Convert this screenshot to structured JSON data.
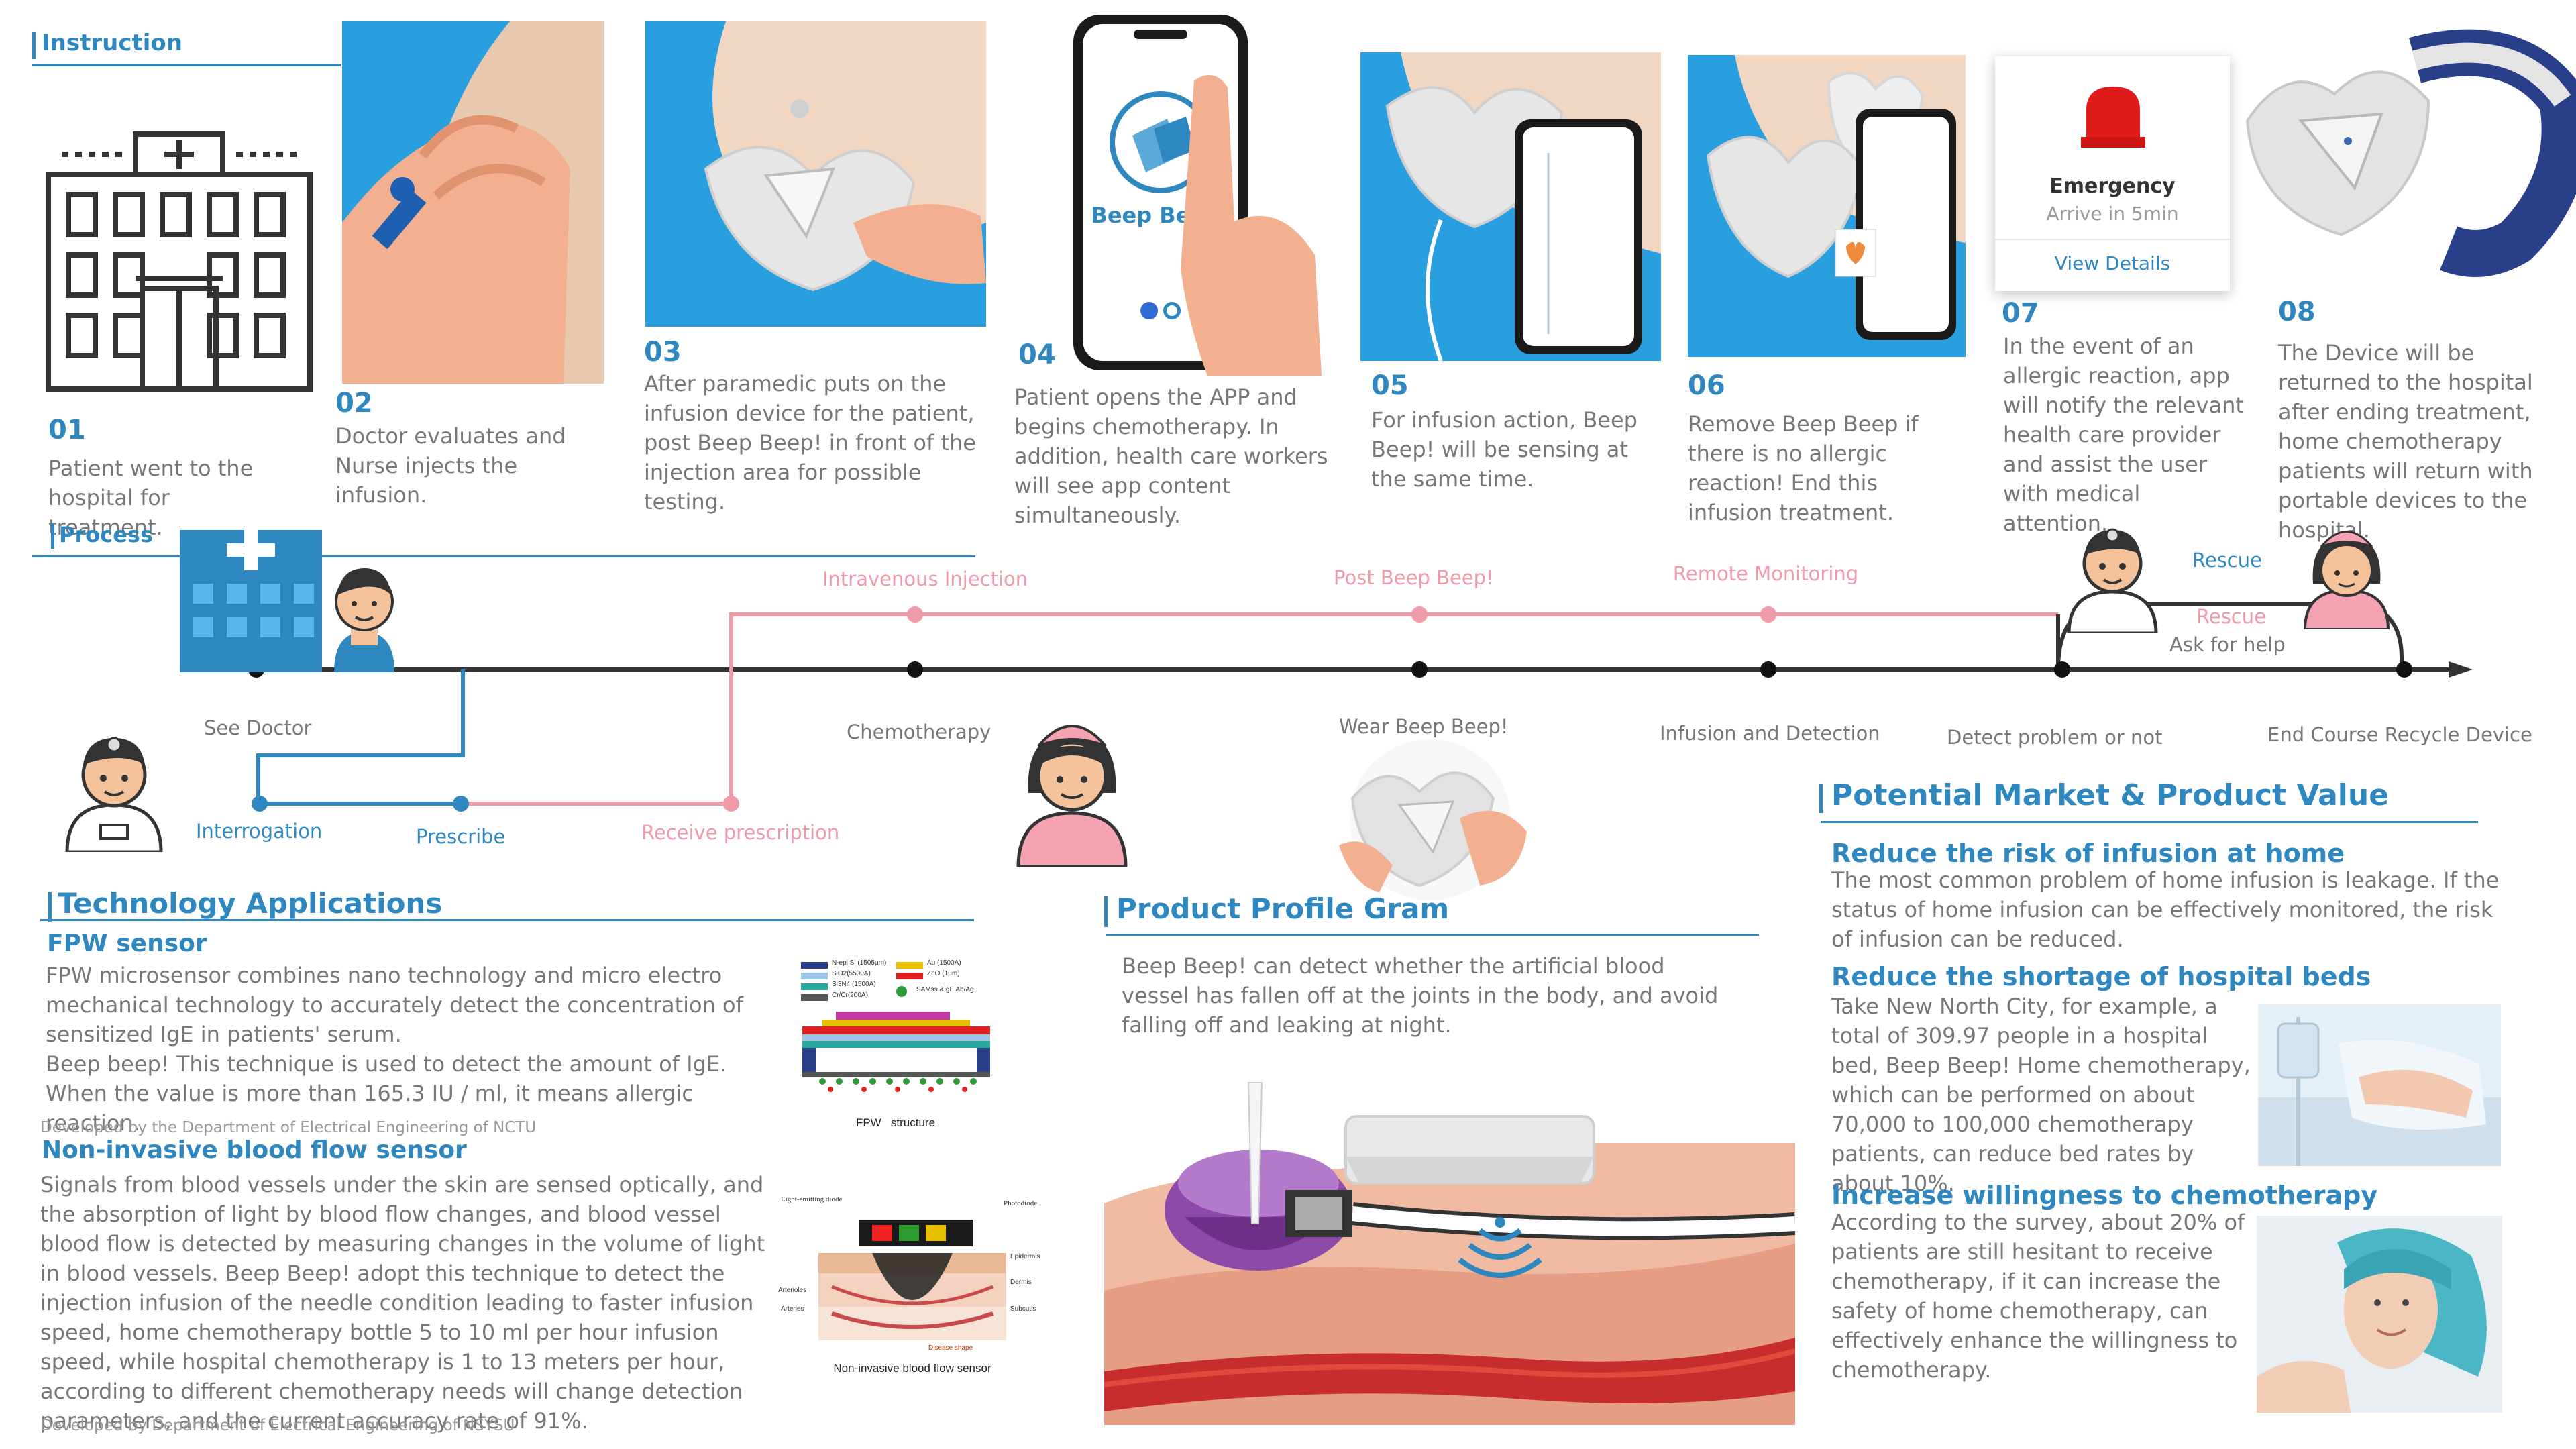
{
  "instruction": {
    "title": "Instruction",
    "steps": [
      {
        "num": "01",
        "text": "Patient went to the hospital for treatment."
      },
      {
        "num": "02",
        "text": "Doctor evaluates and Nurse injects the infusion."
      },
      {
        "num": "03",
        "text": "After paramedic puts on the infusion device for the patient, post Beep Beep! in front of the injection area for possible testing."
      },
      {
        "num": "04",
        "text": "Patient opens the APP and begins chemotherapy. In addition, health care workers will see app content simultaneously."
      },
      {
        "num": "05",
        "text": "For infusion action, Beep Beep! will be sensing at the same time."
      },
      {
        "num": "06",
        "text": "Remove Beep Beep if there is no allergic reaction! End this infusion treatment."
      },
      {
        "num": "07",
        "text": "In the event of an allergic reaction, app will notify the relevant health care provider and assist the user with medical attention."
      },
      {
        "num": "08",
        "text": "The Device will be returned to the hospital after ending treatment, home chemotherapy patients will return with portable devices to the hospital."
      }
    ],
    "phone_app_name": "Beep Beep!",
    "emergency": {
      "title": "Emergency",
      "subtitle": "Arrive in 5min",
      "link": "View Details"
    }
  },
  "process": {
    "title": "Process",
    "labels": {
      "see_doctor": "See Doctor",
      "interrogation": "Interrogation",
      "prescribe": "Prescribe",
      "receive_prescription": "Receive prescription",
      "intravenous_injection": "Intravenous Injection",
      "chemotherapy": "Chemotherapy",
      "post_beep": "Post Beep Beep!",
      "wear_beep": "Wear Beep Beep!",
      "remote_monitoring": "Remote Monitoring",
      "infusion_detection": "Infusion and Detection",
      "detect_problem": "Detect problem or not",
      "rescue_blue": "Rescue",
      "rescue_pink": "Rescue",
      "ask_for_help": "Ask for help",
      "end_course": "End Course Recycle Device"
    },
    "colors": {
      "blue": "#2e88bf",
      "pink": "#ef9aa8",
      "axis": "#333333"
    }
  },
  "technology": {
    "title": "Technology Applications",
    "fpw_title": "FPW sensor",
    "fpw_text": "FPW microsensor combines nano technology and micro electro mechanical technology to accurately detect the concentration of sensitized IgE in patients' serum.",
    "fpw_text2": "Beep beep! This technique is used to detect the amount of IgE. When the value is more than 165.3 IU / ml, it means allergic reaction.",
    "fpw_credit": "Developed by the Department of Electrical Engineering of NCTU",
    "fpw_caption": "FPW   structure",
    "fpw_legend": [
      "N-epi Si (1505μm)",
      "SiO2(5500A)",
      "Si3N4 (1500A)",
      "Cr/Cr(200A)",
      "Au (1500A)",
      "ZnO (1μm)",
      "SAMss &IgE Ab/Ag"
    ],
    "blood_title": "Non-invasive blood flow sensor",
    "blood_text": "Signals from blood vessels under the skin are sensed optically, and the absorption of light by blood flow changes, and blood vessel blood flow is detected by measuring changes in the volume of light in blood vessels. Beep Beep! adopt this technique to detect the injection infusion of the needle condition leading to faster infusion speed, home chemotherapy bottle 5 to 10 ml per hour infusion speed, while hospital chemotherapy is 1 to 13 meters per hour, according to different chemotherapy needs will change detection parameters, and the current accuracy rate of 91%.",
    "blood_credit": "Developed by Department of Electrical Engineering of NSYSU",
    "blood_caption": "Non-invasive blood flow sensor",
    "blood_diagram_labels": {
      "led": "Light-emitting diode",
      "photodiode": "Photodiode",
      "epidermis": "Epidermis",
      "dermis": "Dermis",
      "subcutis": "Subcutis",
      "arterioles": "Arterioles",
      "arteries": "Arteries",
      "disease": "Disease shape"
    }
  },
  "product_profile": {
    "title": "Product Profile Gram",
    "text": "Beep Beep! can detect whether the artificial blood vessel has fallen off at the joints in the body, and avoid falling off and leaking at night."
  },
  "market": {
    "title": "Potential Market & Product Value",
    "items": [
      {
        "title": "Reduce the risk of infusion at home",
        "text": "The most common problem of home infusion is leakage. If the status of home infusion can be effectively monitored, the risk of infusion can be reduced."
      },
      {
        "title": "Reduce the shortage of hospital beds",
        "text": "Take New North City, for example, a total of 309.97 people in a hospital bed, Beep Beep! Home chemotherapy, which can be performed on about 70,000 to 100,000 chemotherapy patients, can reduce bed rates by about 10%."
      },
      {
        "title": "Increase willingness to chemotherapy",
        "text": "According to the survey, about 20% of patients are still hesitant to receive chemotherapy, if it can increase the safety of home chemotherapy, can effectively enhance the willingness to chemotherapy."
      }
    ]
  },
  "icons": {
    "hospital": "hospital-building-icon",
    "doctor": "doctor-icon",
    "nurse": "nurse-icon",
    "device": "beep-beep-device-icon",
    "siren": "emergency-siren-icon",
    "signal": "wireless-signal-icon"
  }
}
